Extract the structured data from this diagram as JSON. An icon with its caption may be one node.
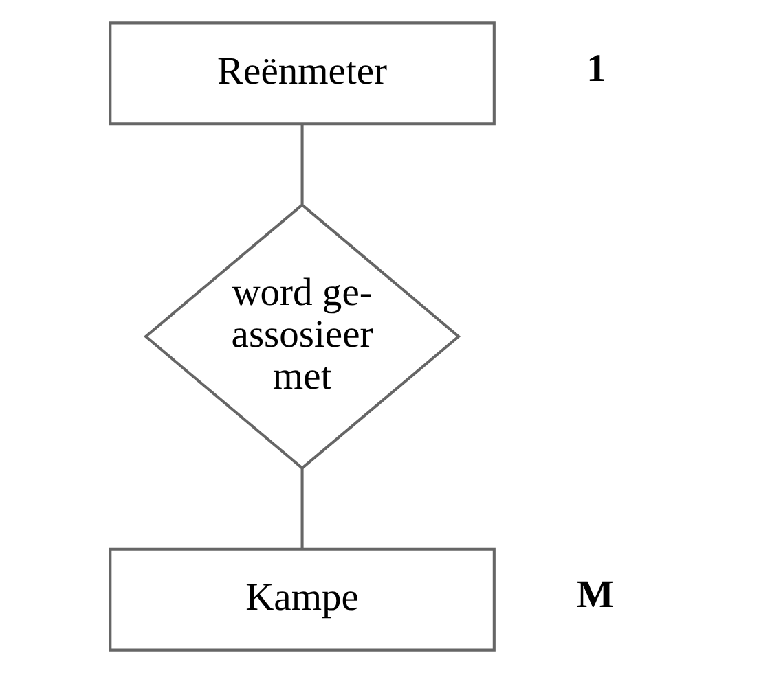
{
  "diagram": {
    "nodes": [
      {
        "text": [
          "Reënmeter"
        ],
        "beside": [
          "1"
        ]
      },
      {
        "text": [
          "word ge- assosieer met"
        ]
      },
      {
        "text": [
          "Kampe"
        ],
        "beside": [
          "M"
        ]
      }
    ],
    "edges": [
      {
        "from": 0,
        "to": 1,
        "arrow": "none"
      },
      {
        "from": 1,
        "to": 2,
        "arrow": "none"
      }
    ]
  }
}
